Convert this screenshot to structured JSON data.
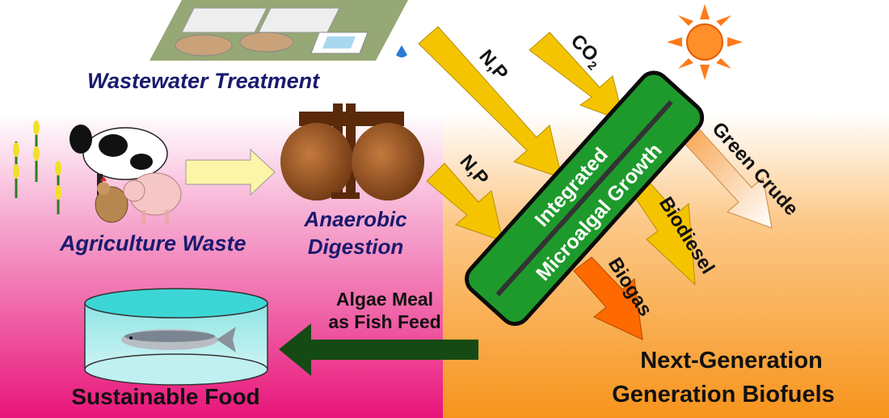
{
  "title": "",
  "colors": {
    "pink": "#e8157a",
    "orange": "#f7941d",
    "green_bar": "#1e9a2c",
    "dark_green": "#154a14",
    "yellow_arrow": "#f5c400",
    "orange_arrow": "#ff6a00",
    "label_navy": "#1a1a6e"
  },
  "labels": {
    "wastewater": "Wastewater Treatment",
    "agriculture": "Agriculture Waste",
    "anaerobic_line1": "Anaerobic",
    "anaerobic_line2": "Digestion",
    "np_top": "N,P",
    "np_mid": "N,P",
    "co2_main": "CO",
    "co2_sub": "2",
    "integrated": "Integrated",
    "microalgal": "Microalgal Growth",
    "green_crude": "Green Crude",
    "biodiesel": "Biodiesel",
    "biogas": "Biogas",
    "algae_line1": "Algae Meal",
    "algae_line2": "as Fish Feed",
    "sustainable": "Sustainable Food",
    "nextgen_line1": "Next-Generation",
    "nextgen_line2": "Generation Biofuels"
  },
  "icons": [
    "wastewater-plant-icon",
    "cow-icon",
    "pig-icon",
    "chicken-icon",
    "corn-plant-icon",
    "digester-tanks-icon",
    "sun-icon",
    "fish-tank-icon",
    "salmon-icon",
    "water-drop-icon"
  ]
}
